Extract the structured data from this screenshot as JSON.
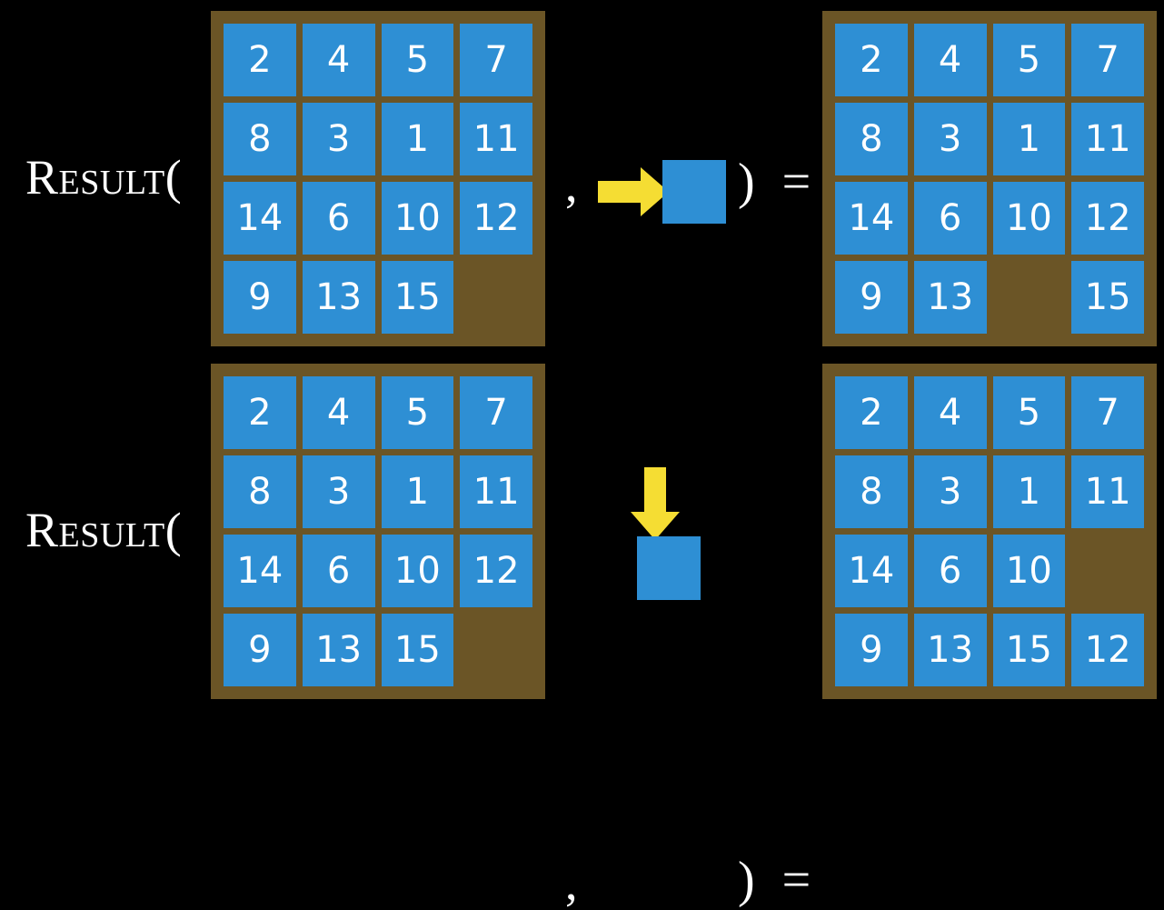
{
  "page": {
    "background_color": "#000000",
    "tile_color": "#2E8FD4",
    "board_color": "#6B5526",
    "arrow_color": "#F5DD33",
    "text_color": "#FFFFFF"
  },
  "rows": [
    {
      "label": "Result(",
      "separator": ",",
      "closing": ") =",
      "action": {
        "icon": "arrow-right-icon",
        "direction": "right",
        "description": "move blank right"
      },
      "input_board": {
        "caption": "input-state",
        "grid": [
          [
            "2",
            "4",
            "5",
            "7"
          ],
          [
            "8",
            "3",
            "1",
            "11"
          ],
          [
            "14",
            "6",
            "10",
            "12"
          ],
          [
            "9",
            "13",
            "15",
            ""
          ]
        ]
      },
      "output_board": {
        "caption": "output-state",
        "grid": [
          [
            "2",
            "4",
            "5",
            "7"
          ],
          [
            "8",
            "3",
            "1",
            "11"
          ],
          [
            "14",
            "6",
            "10",
            "12"
          ],
          [
            "9",
            "13",
            "",
            "15"
          ]
        ]
      }
    },
    {
      "label": "Result(",
      "separator": ",",
      "closing": ") =",
      "action": {
        "icon": "arrow-down-icon",
        "direction": "down",
        "description": "move blank down"
      },
      "input_board": {
        "caption": "input-state",
        "grid": [
          [
            "2",
            "4",
            "5",
            "7"
          ],
          [
            "8",
            "3",
            "1",
            "11"
          ],
          [
            "14",
            "6",
            "10",
            "12"
          ],
          [
            "9",
            "13",
            "15",
            ""
          ]
        ]
      },
      "output_board": {
        "caption": "output-state",
        "grid": [
          [
            "2",
            "4",
            "5",
            "7"
          ],
          [
            "8",
            "3",
            "1",
            "11"
          ],
          [
            "14",
            "6",
            "10",
            ""
          ],
          [
            "9",
            "13",
            "15",
            "12"
          ]
        ]
      }
    }
  ]
}
